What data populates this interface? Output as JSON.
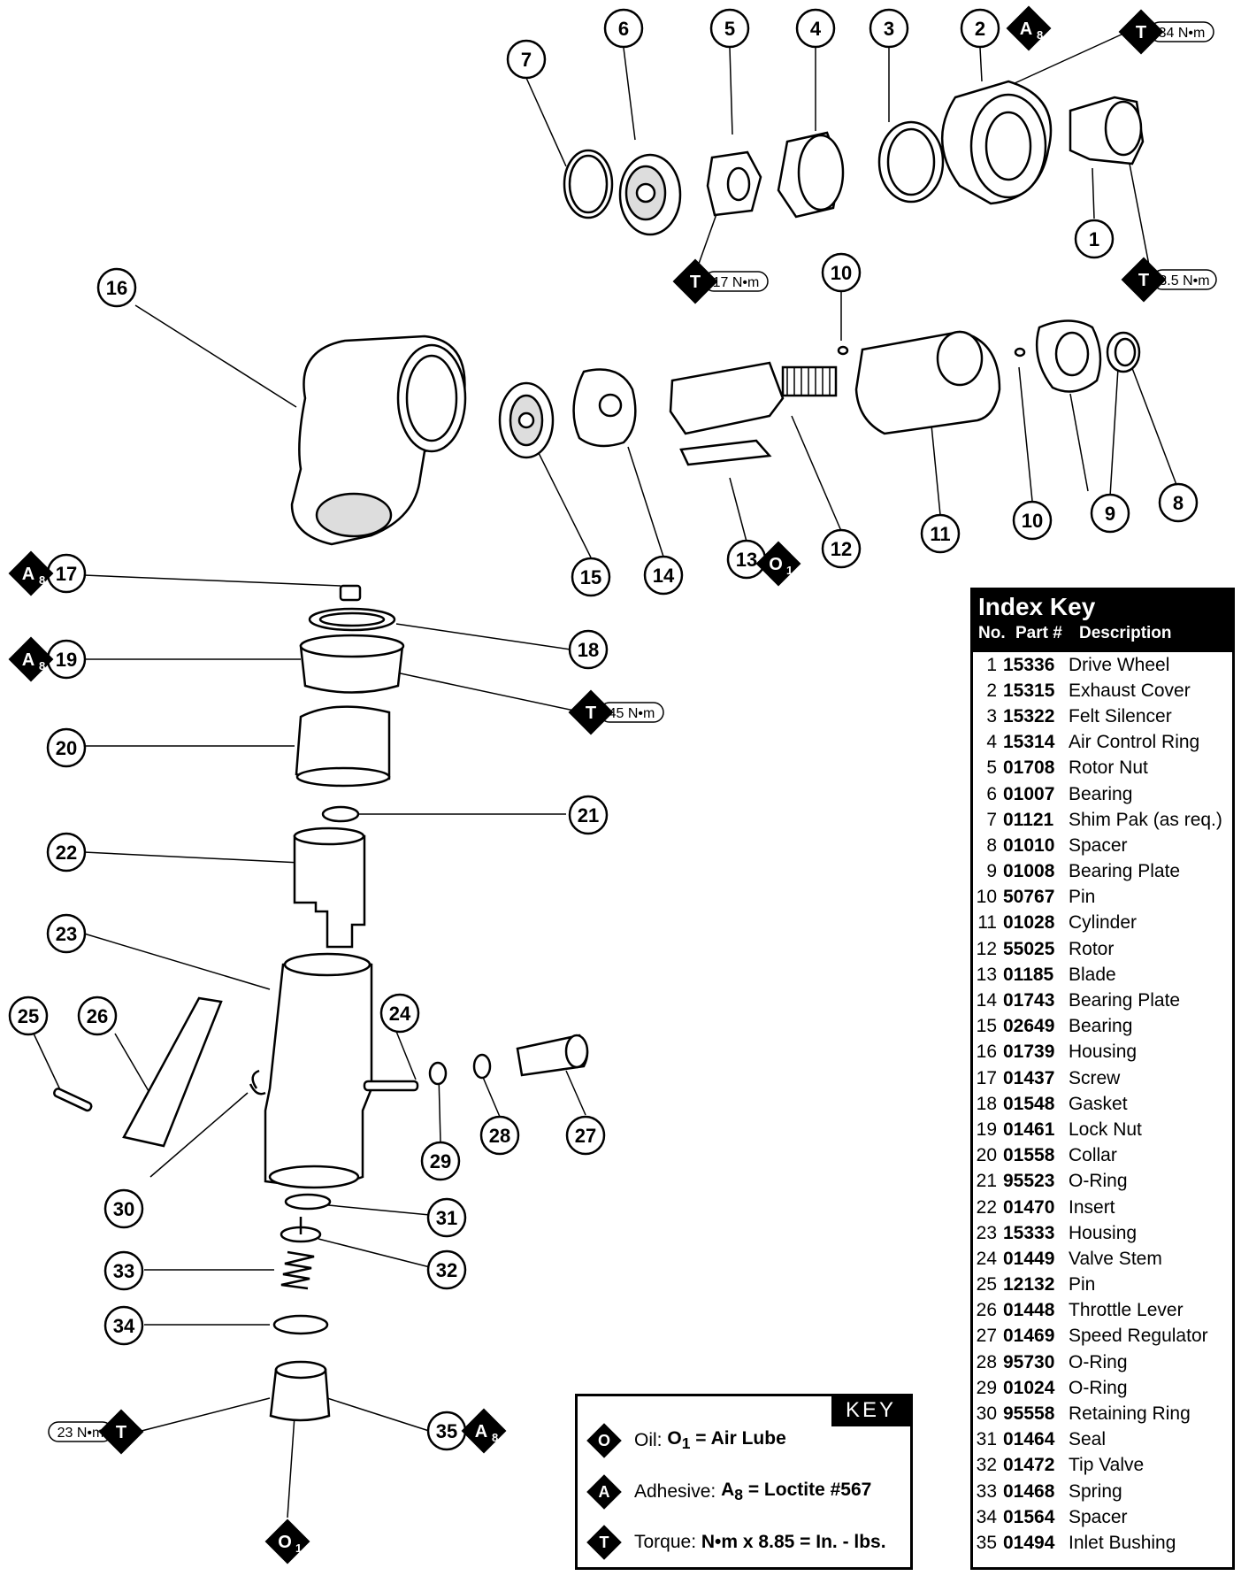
{
  "callouts": [
    "1",
    "2",
    "3",
    "4",
    "5",
    "6",
    "7",
    "8",
    "9",
    "10",
    "10",
    "11",
    "12",
    "13",
    "14",
    "15",
    "16",
    "17",
    "18",
    "19",
    "20",
    "21",
    "22",
    "23",
    "24",
    "25",
    "26",
    "27",
    "28",
    "29",
    "30",
    "31",
    "32",
    "33",
    "34",
    "35"
  ],
  "torque_values": {
    "t_exhaust_cover": "34 N•m",
    "t_rotor_nut": "17 N•m",
    "t_drive_wheel": "3.5 N•m",
    "t_lock_nut": "45 N•m",
    "t_inlet": "23 N•m"
  },
  "symbols": {
    "torque": "T",
    "adhesive": "A",
    "adhesive_sub": "8",
    "oil": "O",
    "oil_sub": "1"
  },
  "index_key": {
    "title": "Index Key",
    "col_no": "No.",
    "col_part": "Part #",
    "col_desc": "Description",
    "rows": [
      {
        "no": "1",
        "part": "15336",
        "desc": "Drive Wheel"
      },
      {
        "no": "2",
        "part": "15315",
        "desc": "Exhaust Cover"
      },
      {
        "no": "3",
        "part": "15322",
        "desc": "Felt Silencer"
      },
      {
        "no": "4",
        "part": "15314",
        "desc": "Air Control Ring"
      },
      {
        "no": "5",
        "part": "01708",
        "desc": "Rotor Nut"
      },
      {
        "no": "6",
        "part": "01007",
        "desc": "Bearing"
      },
      {
        "no": "7",
        "part": "01121",
        "desc": "Shim Pak (as req.)"
      },
      {
        "no": "8",
        "part": "01010",
        "desc": "Spacer"
      },
      {
        "no": "9",
        "part": "01008",
        "desc": "Bearing Plate"
      },
      {
        "no": "10",
        "part": "50767",
        "desc": "Pin"
      },
      {
        "no": "11",
        "part": "01028",
        "desc": "Cylinder"
      },
      {
        "no": "12",
        "part": "55025",
        "desc": "Rotor"
      },
      {
        "no": "13",
        "part": "01185",
        "desc": "Blade"
      },
      {
        "no": "14",
        "part": "01743",
        "desc": "Bearing Plate"
      },
      {
        "no": "15",
        "part": "02649",
        "desc": "Bearing"
      },
      {
        "no": "16",
        "part": "01739",
        "desc": "Housing"
      },
      {
        "no": "17",
        "part": "01437",
        "desc": "Screw"
      },
      {
        "no": "18",
        "part": "01548",
        "desc": "Gasket"
      },
      {
        "no": "19",
        "part": "01461",
        "desc": "Lock Nut"
      },
      {
        "no": "20",
        "part": "01558",
        "desc": "Collar"
      },
      {
        "no": "21",
        "part": "95523",
        "desc": "O-Ring"
      },
      {
        "no": "22",
        "part": "01470",
        "desc": "Insert"
      },
      {
        "no": "23",
        "part": "15333",
        "desc": "Housing"
      },
      {
        "no": "24",
        "part": "01449",
        "desc": "Valve Stem"
      },
      {
        "no": "25",
        "part": "12132",
        "desc": "Pin"
      },
      {
        "no": "26",
        "part": "01448",
        "desc": "Throttle Lever"
      },
      {
        "no": "27",
        "part": "01469",
        "desc": "Speed Regulator"
      },
      {
        "no": "28",
        "part": "95730",
        "desc": "O-Ring"
      },
      {
        "no": "29",
        "part": "01024",
        "desc": "O-Ring"
      },
      {
        "no": "30",
        "part": "95558",
        "desc": "Retaining Ring"
      },
      {
        "no": "31",
        "part": "01464",
        "desc": "Seal"
      },
      {
        "no": "32",
        "part": "01472",
        "desc": "Tip Valve"
      },
      {
        "no": "33",
        "part": "01468",
        "desc": "Spring"
      },
      {
        "no": "34",
        "part": "01564",
        "desc": "Spacer"
      },
      {
        "no": "35",
        "part": "01494",
        "desc": "Inlet Bushing"
      }
    ]
  },
  "legend": {
    "title": "KEY",
    "oil_label": "Oil: ",
    "oil_value": "O1 = Air Lube",
    "adhesive_label": "Adhesive: ",
    "adhesive_value": "A8 = Loctite #567",
    "torque_label": "Torque: ",
    "torque_value": "N•m x 8.85 = In. - lbs."
  }
}
